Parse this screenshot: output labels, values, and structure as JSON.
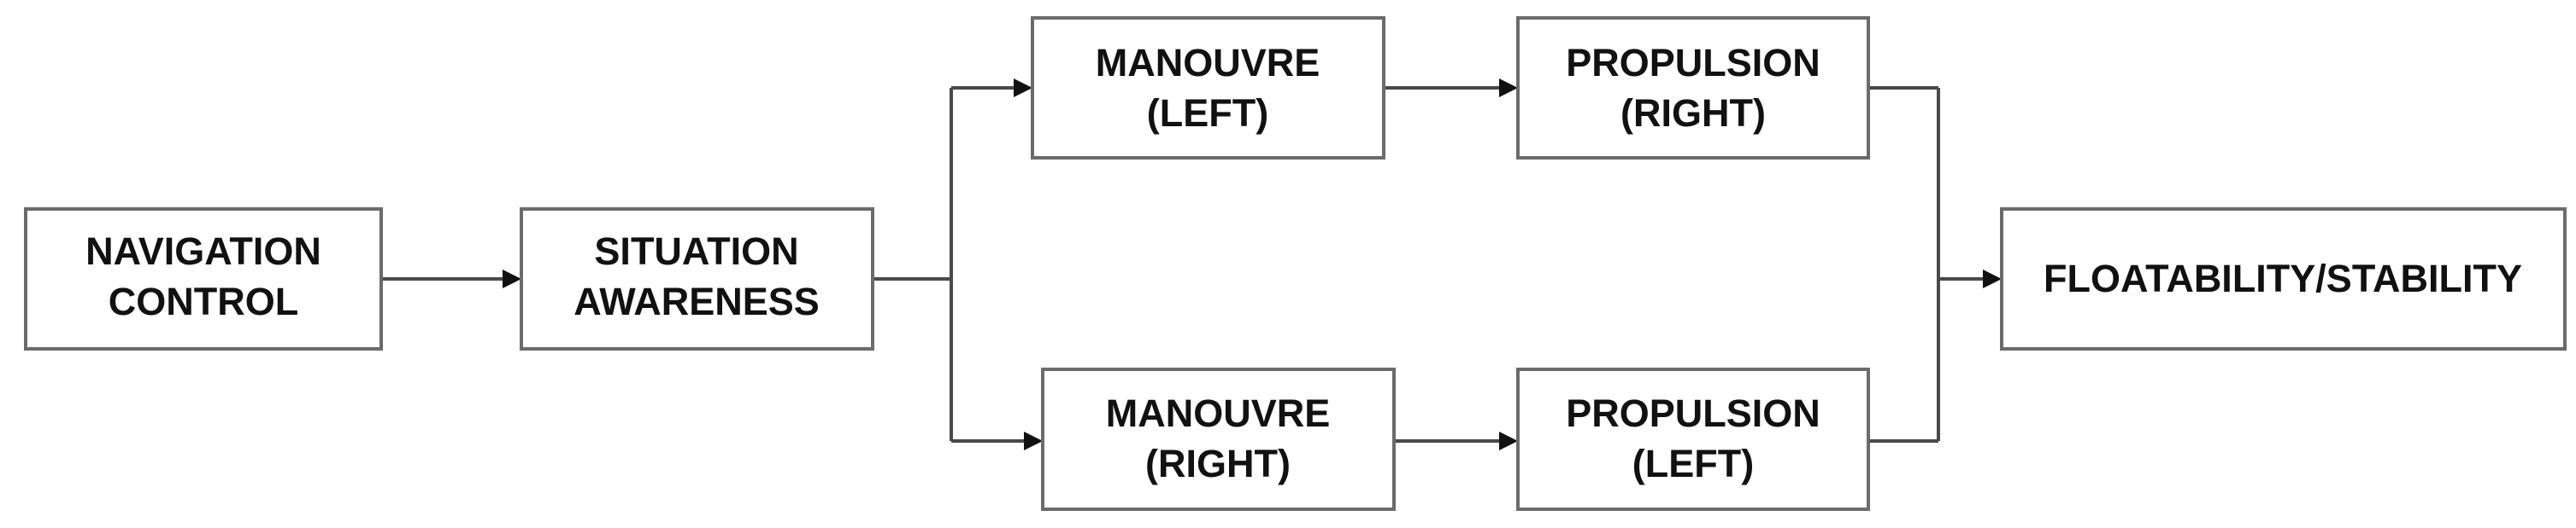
{
  "diagram": {
    "nodes": {
      "navigation_control": {
        "line1": "NAVIGATION",
        "line2": "CONTROL"
      },
      "situation_awareness": {
        "line1": "SITUATION",
        "line2": "AWARENESS"
      },
      "manouvre_left": {
        "line1": "MANOUVRE",
        "line2": "(LEFT)"
      },
      "propulsion_right": {
        "line1": "PROPULSION",
        "line2": "(RIGHT)"
      },
      "manouvre_right": {
        "line1": "MANOUVRE",
        "line2": "(RIGHT)"
      },
      "propulsion_left": {
        "line1": "PROPULSION",
        "line2": "(LEFT)"
      },
      "floatability_stability": {
        "label": "FLOATABILITY/STABILITY"
      }
    },
    "edges": [
      {
        "from": "NAVIGATION CONTROL",
        "to": "SITUATION AWARENESS"
      },
      {
        "from": "SITUATION AWARENESS",
        "to": "MANOUVRE (LEFT)"
      },
      {
        "from": "SITUATION AWARENESS",
        "to": "MANOUVRE (RIGHT)"
      },
      {
        "from": "MANOUVRE (LEFT)",
        "to": "PROPULSION (RIGHT)"
      },
      {
        "from": "MANOUVRE (RIGHT)",
        "to": "PROPULSION (LEFT)"
      },
      {
        "from": "PROPULSION (RIGHT)",
        "to": "FLOATABILITY/STABILITY"
      },
      {
        "from": "PROPULSION (LEFT)",
        "to": "FLOATABILITY/STABILITY"
      }
    ]
  }
}
